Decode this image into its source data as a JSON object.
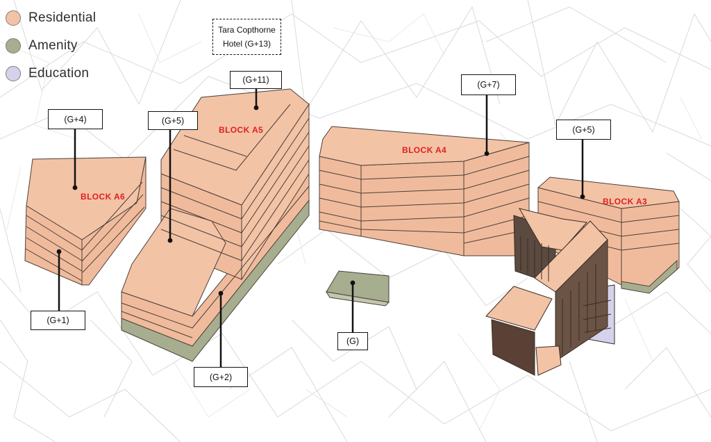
{
  "colors": {
    "residential": "#f3c3a6",
    "amenity": "#a7ae8f",
    "education": "#d5d2ec",
    "block_label": "#e02020",
    "context_lines": "#d8d8d8"
  },
  "legend": [
    {
      "label": "Residential",
      "color": "#f3c3a6"
    },
    {
      "label": "Amenity",
      "color": "#a7ae8f"
    },
    {
      "label": "Education",
      "color": "#d5d2ec"
    }
  ],
  "hotel_note": {
    "line1": "Tara Copthorne",
    "line2": "Hotel (G+13)"
  },
  "blocks": {
    "a6": "BLOCK A6",
    "a5": "BLOCK A5",
    "a4": "BLOCK A4",
    "a3": "BLOCK A3"
  },
  "callouts": {
    "a6_top": "(G+4)",
    "a6_low": "(G+1)",
    "a5_mid": "(G+5)",
    "a5_top": "(G+11)",
    "a5_low": "(G+2)",
    "a4_top": "(G+7)",
    "amenity": "(G)",
    "a3_top": "(G+5)"
  }
}
